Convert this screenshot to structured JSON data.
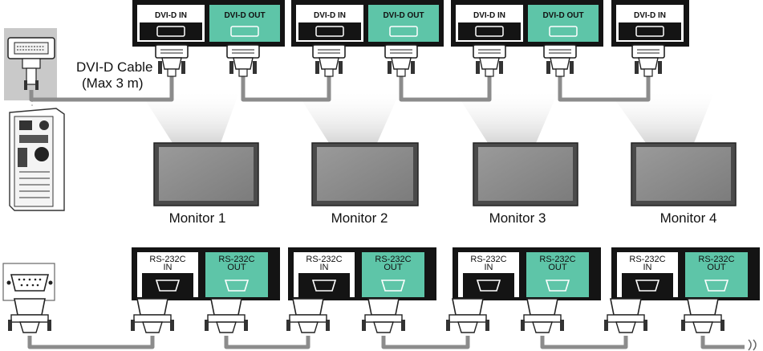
{
  "dvi": {
    "cable_label": "DVI-D Cable",
    "cable_note": "(Max 3 m)",
    "port_in_label": "DVI-D IN",
    "port_out_label": "DVI-D OUT"
  },
  "monitors": [
    {
      "label": "Monitor 1"
    },
    {
      "label": "Monitor 2"
    },
    {
      "label": "Monitor 3"
    },
    {
      "label": "Monitor 4"
    }
  ],
  "rs232": {
    "in_line1": "RS-232C",
    "in_line2": "IN",
    "out_line1": "RS-232C",
    "out_line2": "OUT"
  },
  "colors": {
    "panel": "#141414",
    "port_out_bg": "#5ec5a8",
    "cable": "#8c8c8c",
    "beam": "#e4e4e4",
    "screen": "#8e8e8e",
    "bezel": "#4a4a4a",
    "pc_bg": "#c9c9c9"
  }
}
